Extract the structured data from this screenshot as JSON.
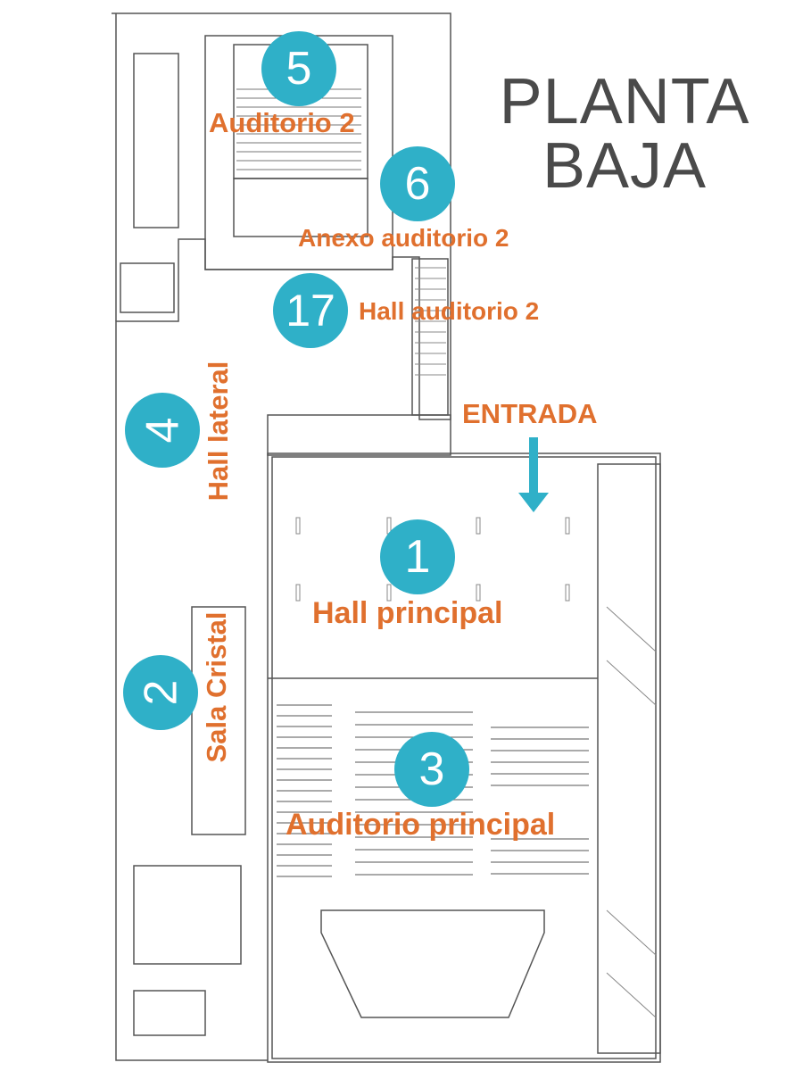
{
  "title": {
    "line1": "PLANTA",
    "line2": "BAJA"
  },
  "entrance": {
    "label": "ENTRADA"
  },
  "zones": [
    {
      "number": "1",
      "label": "Hall principal"
    },
    {
      "number": "2",
      "label": "Sala Cristal"
    },
    {
      "number": "3",
      "label": "Auditorio principal"
    },
    {
      "number": "4",
      "label": "Hall lateral"
    },
    {
      "number": "5",
      "label": "Auditorio 2"
    },
    {
      "number": "6",
      "label": "Anexo auditorio 2"
    },
    {
      "number": "17",
      "label": "Hall auditorio 2"
    }
  ],
  "colors": {
    "marker": "#2fb0c8",
    "label": "#e0702e",
    "title": "#4a4a4a",
    "walls": "#555555"
  }
}
